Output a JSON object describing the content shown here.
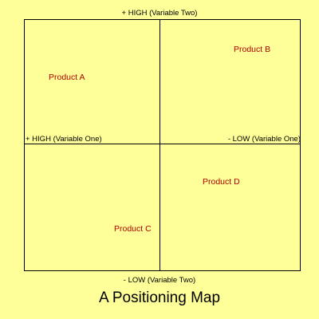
{
  "axes": {
    "top": "+ HIGH (Variable Two)",
    "bottom": "- LOW (Variable Two)",
    "left": "+ HIGH (Variable One)",
    "right": "- LOW (Variable One)"
  },
  "products": [
    {
      "label": "Product A"
    },
    {
      "label": "Product B"
    },
    {
      "label": "Product C"
    },
    {
      "label": "Product D"
    }
  ],
  "title": "A Positioning Map",
  "colors": {
    "background": "#ffff99",
    "product_text": "#b00000",
    "lines": "#000000"
  }
}
